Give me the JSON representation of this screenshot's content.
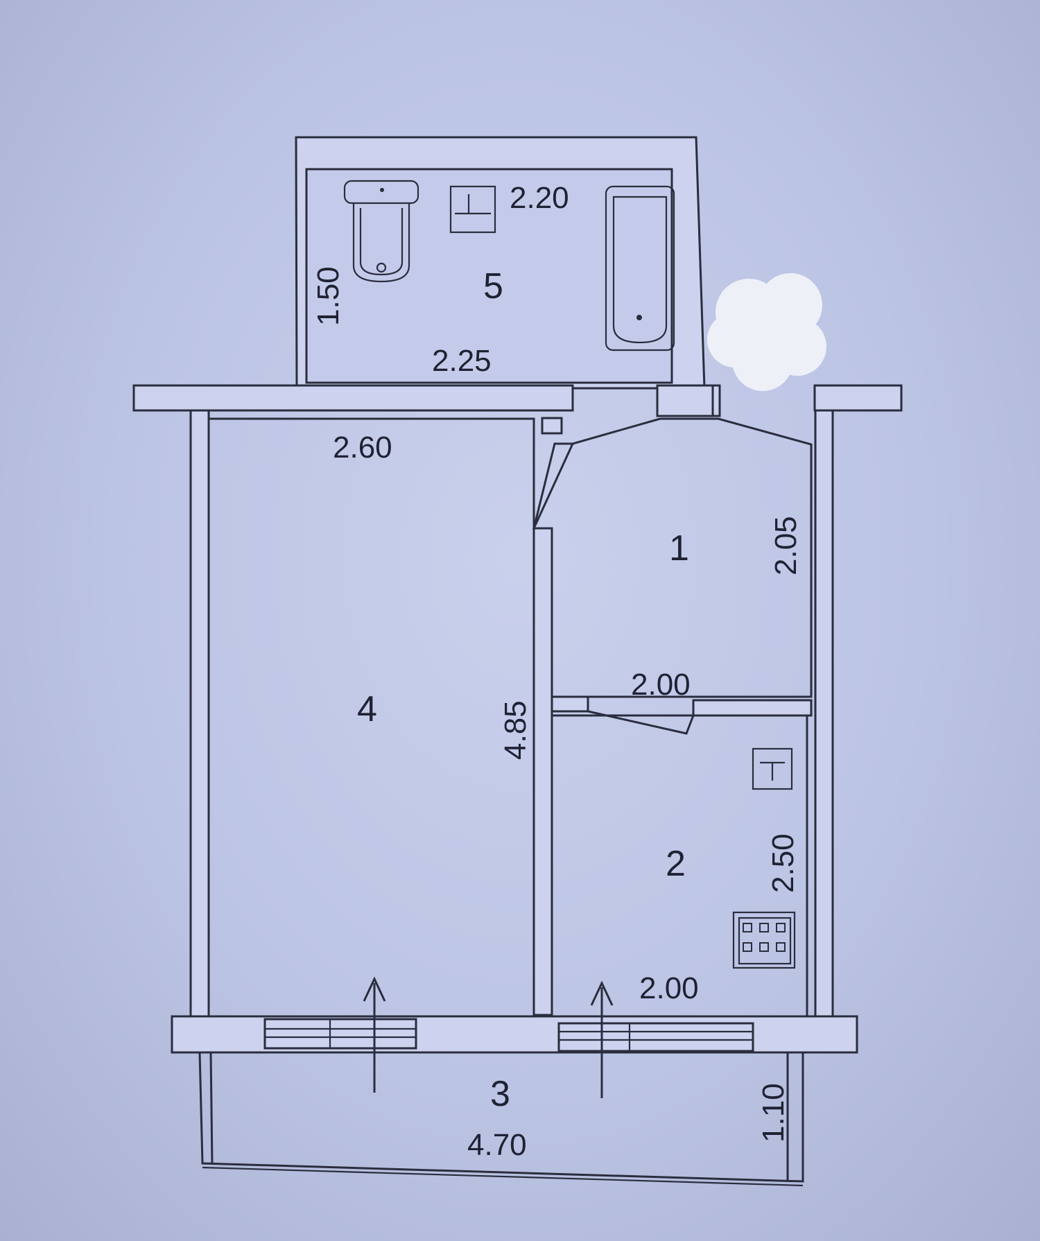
{
  "rooms": {
    "r1": "1",
    "r2": "2",
    "r3": "3",
    "r4": "4",
    "r5": "5"
  },
  "dimensions": {
    "bath_width_top": "2.20",
    "bath_height": "1.50",
    "bath_width_bottom": "2.25",
    "room4_width": "2.60",
    "room4_height": "4.85",
    "hall_height": "2.05",
    "hall_width": "2.00",
    "kitchen_height": "2.50",
    "kitchen_width": "2.00",
    "balcony_width": "4.70",
    "balcony_depth": "1.10"
  },
  "colors": {
    "wall_line": "#2a2d3e",
    "wall_fill": "#cdd3ee",
    "background": "#bcc4e4"
  },
  "icons": [
    "toilet-icon",
    "sink-icon",
    "bathtub-icon",
    "kitchen-sink-icon",
    "stove-icon",
    "balcony-door-arrow-icon"
  ]
}
